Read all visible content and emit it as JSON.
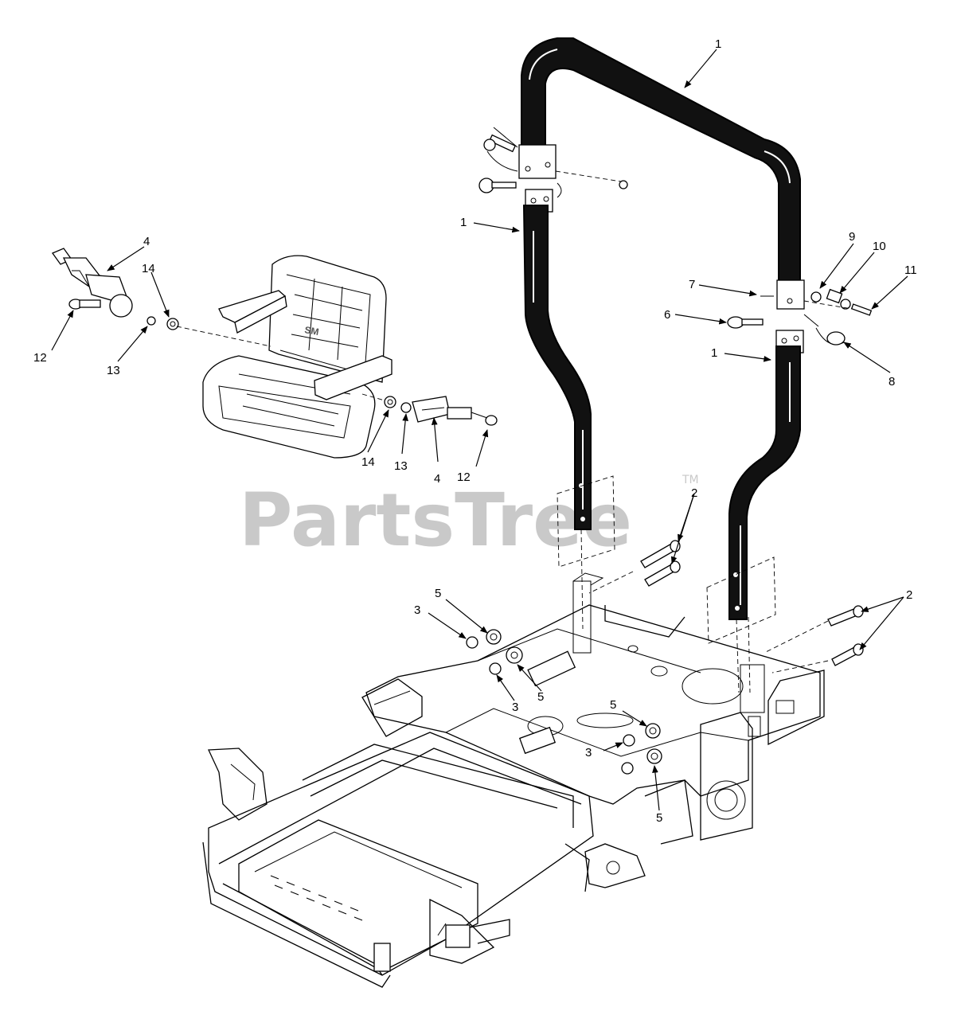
{
  "watermark": {
    "brand": "PartsTree",
    "trademark": "TM"
  },
  "colors": {
    "ink": "#000000",
    "rops_fill": "#111111",
    "watermark": "#c9c9c9",
    "background": "#ffffff"
  },
  "callouts": {
    "c1a": "1",
    "c1b": "1",
    "c1c": "1",
    "c2a": "2",
    "c2b": "2",
    "c3a": "3",
    "c3b": "3",
    "c3c": "3",
    "c4a": "4",
    "c4b": "4",
    "c5a": "5",
    "c5b": "5",
    "c5c": "5",
    "c5d": "5",
    "c6": "6",
    "c7": "7",
    "c8": "8",
    "c9": "9",
    "c10": "10",
    "c11": "11",
    "c12a": "12",
    "c12b": "12",
    "c13a": "13",
    "c13b": "13",
    "c14a": "14",
    "c14b": "14"
  }
}
